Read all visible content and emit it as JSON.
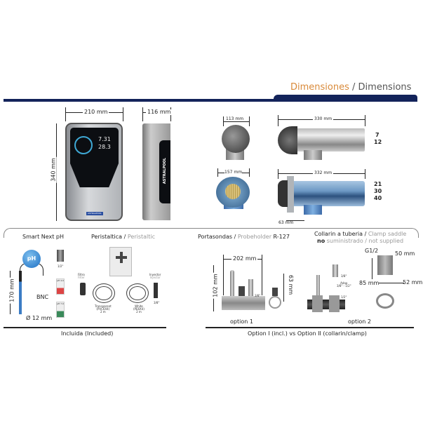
{
  "header": {
    "title_es": "Dimensiones",
    "sep": " / ",
    "title_en": "Dimensions",
    "accent": "#d98a3a",
    "bar": "#13235a"
  },
  "controller": {
    "width": "210 mm",
    "depth": "116 mm",
    "height": "340 mm",
    "display_top": "7.31",
    "display_bottom": "28.3",
    "brand": "ASTRALPOOL"
  },
  "cells": {
    "small": {
      "diameter": "113 mm",
      "length": "330 mm",
      "models": [
        "7",
        "12"
      ]
    },
    "large": {
      "diameter": "157 mm",
      "length": "332 mm",
      "outlet": "63 mm",
      "models": [
        "21",
        "30",
        "40"
      ]
    }
  },
  "included": {
    "ph_title": "Smart Next pH",
    "ph_badge": "pH",
    "probe_length": "170 mm",
    "probe_diameter": "Ø 12 mm",
    "connector": "BNC",
    "fitting": "1/2\"",
    "buffer1": "pH 4.0",
    "buffer2": "pH 7.0",
    "pump_title_es": "Peristaltica",
    "pump_title_en": "Peristaltic",
    "filter_es": "Filtro",
    "filter_en": "Filter",
    "injector_es": "Inyector",
    "injector_en": "Injector",
    "injector_size": "3/8\"",
    "tube1": [
      "Transparent",
      "(PVC6X4)",
      "2 m"
    ],
    "tube2": [
      "White",
      "(PE6X4)",
      "2 m"
    ],
    "footer": "Incluida (Included)"
  },
  "options": {
    "probeholder_es": "Portasondas",
    "probeholder_en": "Probeholder",
    "probeholder_model": "R-127",
    "width": "202 mm",
    "height": "102 mm",
    "pipe": "63 mm",
    "thread": "3/8\"",
    "clamp_es": "Collarin a tuberia",
    "clamp_en": "Clamp saddle",
    "no": "no",
    "not_supplied": "suministrado / not supplied",
    "adapter_top": "3/8\"",
    "adapter": "Adap",
    "adapter_size": "3/8\" - 1/2\"",
    "adapter_bottom": "1/2\"",
    "g": "G1/2",
    "clamp_w": "50 mm",
    "clamp_h": "85 mm",
    "clamp_d": "52 mm",
    "option1": "option 1",
    "option2": "option 2",
    "footer": "Option I  (incl.) vs  Option II  (collarin/clamp)"
  }
}
